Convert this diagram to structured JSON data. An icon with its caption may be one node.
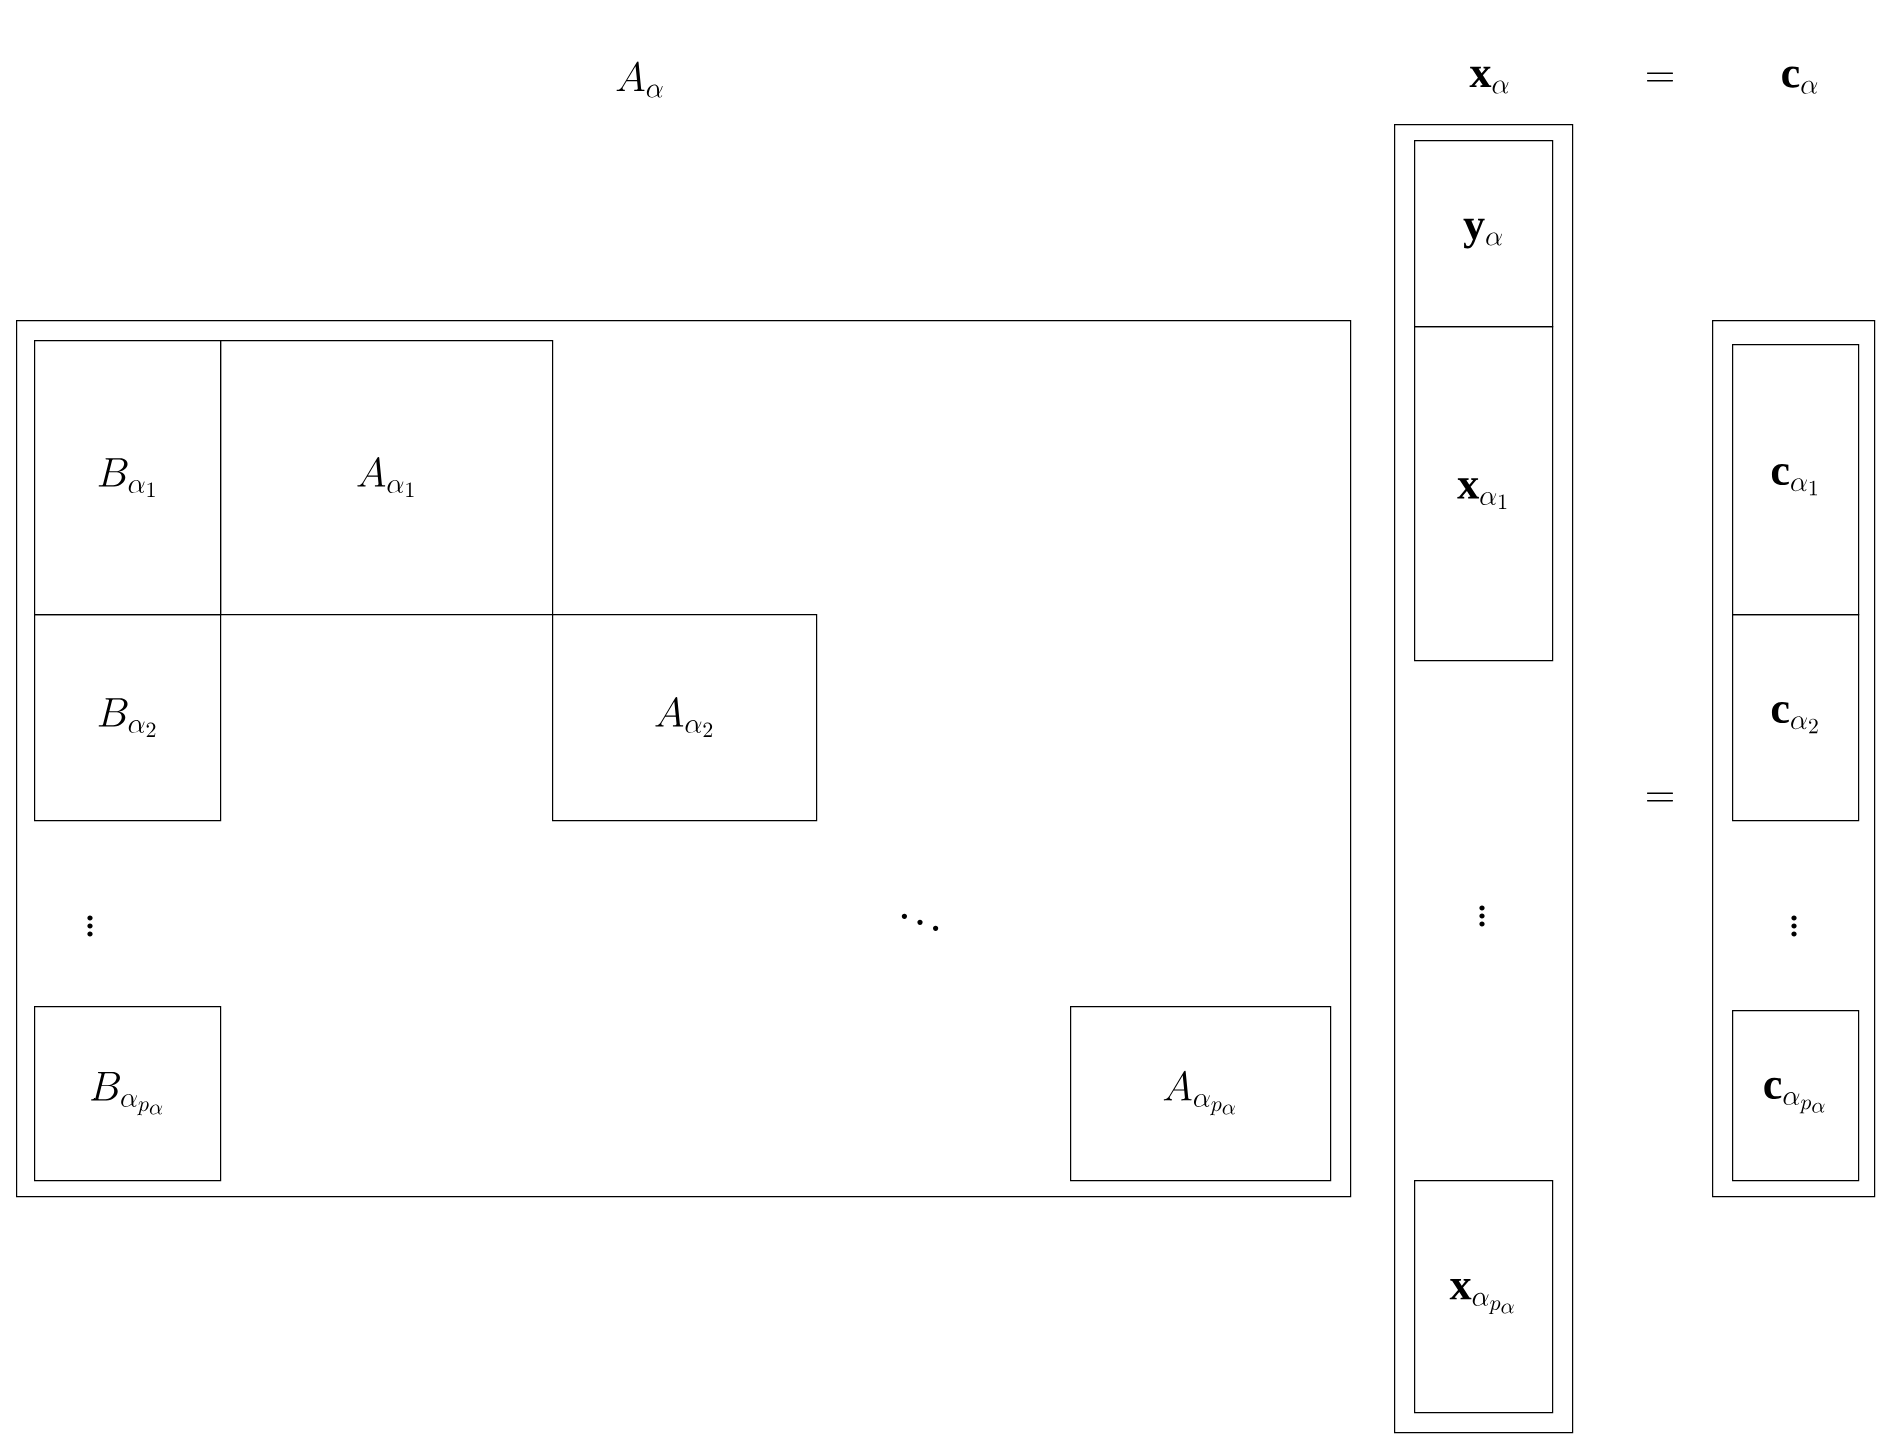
{
  "diagram": {
    "nodes": [
      {
        "text": [],
        "shape": "box"
      },
      {
        "text": [
          "B_{\\alpha_1}"
        ],
        "in": 0
      },
      {
        "text": [
          "A_{\\alpha_1}"
        ],
        "in": 0
      },
      {
        "text": [
          "B_{\\alpha_2}"
        ],
        "in": 0
      },
      {
        "text": [
          "A_{\\alpha_2}"
        ],
        "in": 0
      },
      {
        "text": [
          "B_{\\alpha_{p_\\alpha}}"
        ],
        "in": 0
      },
      {
        "text": [
          "A_{\\alpha_{p_\\alpha}}"
        ],
        "in": 0
      },
      {
        "text": [],
        "shape": "box"
      },
      {
        "text": [
          "\\mathbf{y}_{\\alpha}"
        ],
        "in": 7
      },
      {
        "text": [
          "\\mathbf{x}_{\\alpha_1}"
        ],
        "in": 7
      },
      {
        "text": [
          "\\mathbf{x}_{\\alpha_{p_\\alpha}}"
        ],
        "in": 7
      },
      {
        "text": [],
        "shape": "box"
      },
      {
        "text": [
          "\\mathbf{c}_{\\alpha_1}"
        ],
        "in": 11
      },
      {
        "text": [
          "\\mathbf{c}_{\\alpha_2}"
        ],
        "in": 11
      },
      {
        "text": [
          "\\mathbf{c}_{\\alpha_{p_\\alpha}}"
        ],
        "in": 11
      }
    ],
    "labels": [
      "A_{\\alpha}",
      "\\mathbf{x}_{\\alpha}",
      "=",
      "\\mathbf{c}_{\\alpha}",
      "=",
      "\\vdots",
      "\\ddots",
      "\\vdots",
      "\\vdots"
    ]
  }
}
